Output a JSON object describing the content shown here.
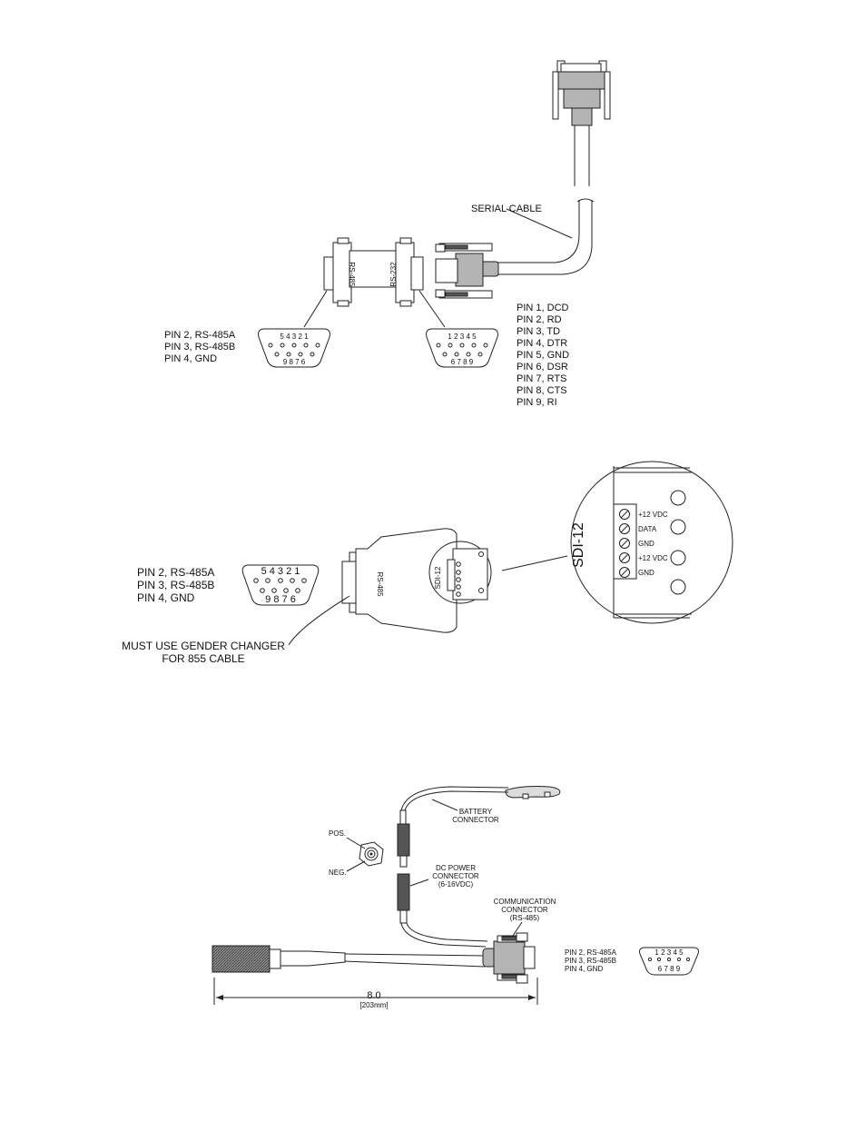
{
  "figure1": {
    "serial_cable_label": "SERIAL CABLE",
    "adapter_left_label": "RS-485",
    "adapter_right_label": "RS-232",
    "left_pin_lines": [
      "PIN 2,  RS-485A",
      "PIN 3,  RS-485B",
      "PIN 4,  GND"
    ],
    "left_pin_top": "5 4 3 2 1",
    "left_pin_bottom": "9 8 7 6",
    "right_pin_top": "1 2 3 4 5",
    "right_pin_bottom": "6 7 8 9",
    "rs232_pins": [
      "PIN 1,  DCD",
      "PIN 2,  RD",
      "PIN 3,  TD",
      "PIN 4,  DTR",
      "PIN 5,  GND",
      "PIN 6,  DSR",
      "PIN 7,  RTS",
      "PIN 8,  CTS",
      "PIN 9,  RI"
    ]
  },
  "figure2": {
    "pin_lines": [
      "PIN 2,  RS-485A",
      "PIN 3,  RS-485B",
      "PIN 4,  GND"
    ],
    "pin_top": "5 4 3 2 1",
    "pin_bottom": "9 8 7 6",
    "body_rs485_label": "RS-485",
    "body_sdi_label": "SDI-12",
    "gender_note_line1": "MUST USE GENDER CHANGER",
    "gender_note_line2": "FOR 855 CABLE",
    "zoom_title": "SDI-12",
    "terminals": [
      "+12  VDC",
      "DATA",
      "GND",
      "+12  VDC",
      "GND"
    ]
  },
  "figure3": {
    "pos_label": "POS.",
    "neg_label": "NEG.",
    "battery_line1": "BATTERY",
    "battery_line2": "CONNECTOR",
    "dc_line1": "DC POWER",
    "dc_line2": "CONNECTOR",
    "dc_line3": "(6-16VDC)",
    "comm_line1": "COMMUNICATION",
    "comm_line2": "CONNECTOR",
    "comm_line3": "(RS-485)",
    "pin_lines": [
      "PIN 2,  RS-485A",
      "PIN 3,  RS-485B",
      "PIN 4,  GND"
    ],
    "pin_top": "1 2 3 4 5",
    "pin_bottom": "6 7 8 9",
    "dim_in": "8.0",
    "dim_mm": "[203mm]"
  }
}
